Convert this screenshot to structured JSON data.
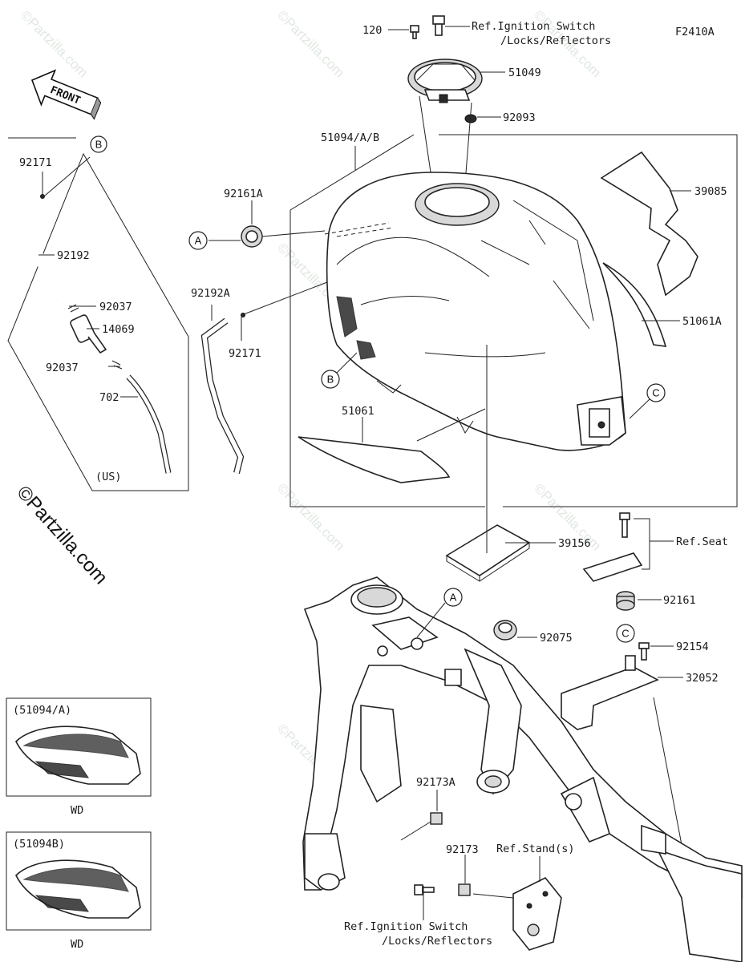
{
  "diagram": {
    "code": "F2410A",
    "front_label": "FRONT",
    "brand_watermark": "©Partzilla.com",
    "small_watermark": "©Partzilla.com"
  },
  "labels": {
    "p120": "120",
    "ref_ignition_top_1": "Ref.Ignition Switch",
    "ref_ignition_top_2": "/Locks/Reflectors",
    "p51049": "51049",
    "p92093": "92093",
    "p51094": "51094/A/B",
    "p39085": "39085",
    "p92161A": "92161A",
    "p92192A": "92192A",
    "p92171_mid": "92171",
    "p51061A": "51061A",
    "p51061": "51061",
    "p39156": "39156",
    "ref_seat": "Ref.Seat",
    "p92161": "92161",
    "p92154": "92154",
    "p32052": "32052",
    "p92075": "92075",
    "p92173A": "92173A",
    "p92173": "92173",
    "ref_stand": "Ref.Stand(s)",
    "ref_ignition_bot_1": "Ref.Ignition Switch",
    "ref_ignition_bot_2": "/Locks/Reflectors",
    "p92171_us": "92171",
    "p92192": "92192",
    "p92037_a": "92037",
    "p14069": "14069",
    "p92037_b": "92037",
    "p702": "702",
    "us": "(US)"
  },
  "refs": {
    "A": "A",
    "B": "B",
    "C": "C"
  },
  "insets": [
    {
      "title": "(51094/A)",
      "caption": "WD"
    },
    {
      "title": "(51094B)",
      "caption": "WD"
    }
  ]
}
